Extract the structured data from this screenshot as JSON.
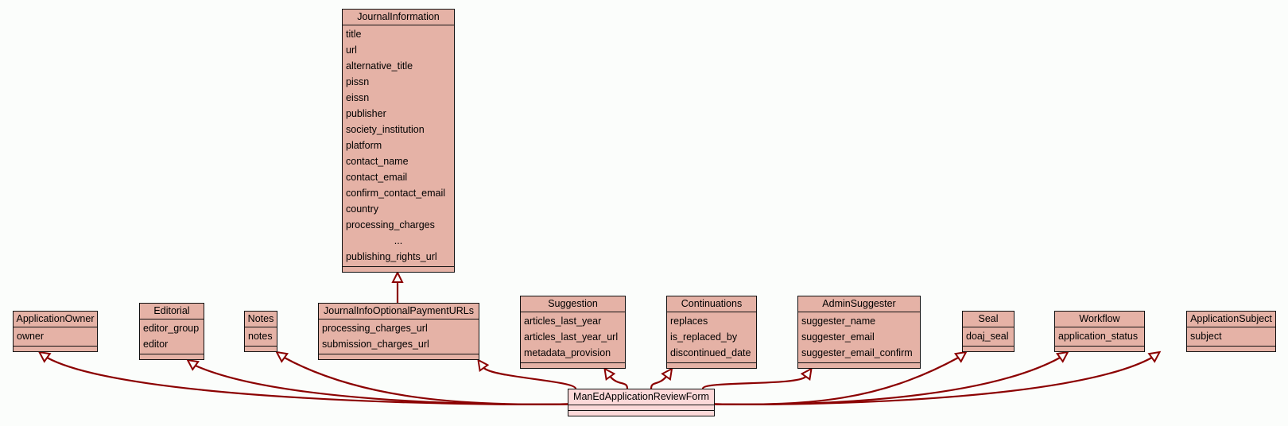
{
  "diagram": {
    "root": {
      "name": "JournalInformation",
      "attributes": [
        "title",
        "url",
        "alternative_title",
        "pissn",
        "eissn",
        "publisher",
        "society_institution",
        "platform",
        "contact_name",
        "contact_email",
        "confirm_contact_email",
        "country",
        "processing_charges",
        "...",
        "publishing_rights_url"
      ]
    },
    "payment": {
      "name": "JournalInfoOptionalPaymentURLs",
      "attributes": [
        "processing_charges_url",
        "submission_charges_url"
      ]
    },
    "parents": [
      {
        "name": "ApplicationOwner",
        "attributes": [
          "owner"
        ]
      },
      {
        "name": "Editorial",
        "attributes": [
          "editor_group",
          "editor"
        ]
      },
      {
        "name": "Notes",
        "attributes": [
          "notes"
        ]
      },
      {
        "name": "Suggestion",
        "attributes": [
          "articles_last_year",
          "articles_last_year_url",
          "metadata_provision"
        ]
      },
      {
        "name": "Continuations",
        "attributes": [
          "replaces",
          "is_replaced_by",
          "discontinued_date"
        ]
      },
      {
        "name": "AdminSuggester",
        "attributes": [
          "suggester_name",
          "suggester_email",
          "suggester_email_confirm"
        ]
      },
      {
        "name": "Seal",
        "attributes": [
          "doaj_seal"
        ]
      },
      {
        "name": "Workflow",
        "attributes": [
          "application_status"
        ]
      },
      {
        "name": "ApplicationSubject",
        "attributes": [
          "subject"
        ]
      }
    ],
    "child": {
      "name": "ManEdApplicationReviewForm",
      "attributes": []
    },
    "colors": {
      "class_fill": "#e5b2a6",
      "child_fill": "#fcd9d9",
      "edge": "#8b0000",
      "border": "#111111",
      "background": "#fbfdfb"
    }
  }
}
